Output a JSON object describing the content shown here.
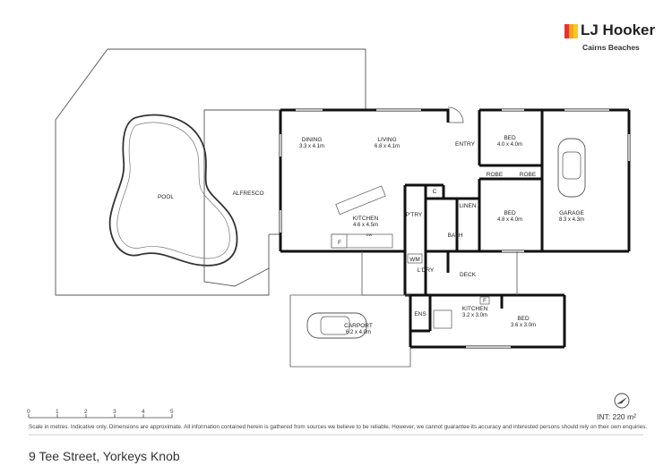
{
  "brand": {
    "name": "LJ Hooker",
    "office": "Cairns Beaches",
    "colors": [
      "#e8312f",
      "#f4a41b",
      "#fbc81c"
    ]
  },
  "rooms": {
    "pool": {
      "name": "POOL"
    },
    "alfresco": {
      "name": "ALFRESCO"
    },
    "dining": {
      "name": "DINING",
      "dims": "3.3 x 4.1m"
    },
    "living": {
      "name": "LIVING",
      "dims": "6.8 x 4.1m"
    },
    "entry": {
      "name": "ENTRY"
    },
    "bed1": {
      "name": "BED",
      "dims": "4.0 x 4.0m"
    },
    "robe1": {
      "name": "ROBE"
    },
    "robe2": {
      "name": "ROBE"
    },
    "garage": {
      "name": "GARAGE",
      "dims": "8.3 x 4.3m"
    },
    "kitchen": {
      "name": "KITCHEN",
      "dims": "4.6 x 4.5m"
    },
    "ptry": {
      "name": "P'TRY"
    },
    "c": {
      "name": "C"
    },
    "linen": {
      "name": "LINEN"
    },
    "bath": {
      "name": "BATH"
    },
    "bed2": {
      "name": "BED",
      "dims": "4.8 x 4.0m"
    },
    "wm": {
      "name": "WM"
    },
    "ldry": {
      "name": "L'DRY"
    },
    "deck": {
      "name": "DECK"
    },
    "carport": {
      "name": "CARPORT",
      "dims": "6.2 x 4.0m"
    },
    "ens": {
      "name": "ENS"
    },
    "kitchen2": {
      "name": "KITCHEN",
      "dims": "3.2 x 3.0m"
    },
    "f1": {
      "name": "F"
    },
    "f2": {
      "name": "F"
    },
    "bed3": {
      "name": "BED",
      "dims": "3.6 x 3.0m"
    },
    "dw": {
      "name": "DW"
    }
  },
  "scale": {
    "ticks": [
      "0",
      "1",
      "2",
      "3",
      "4",
      "5"
    ]
  },
  "disclaimer": "Scale in metres. Indicative only. Dimensions are approximate. All information contained herein is gathered from sources we believe to be reliable. However, we cannot guarantee its accuracy and interested persons should rely on their own enquiries.",
  "internal_area": "INT: 220 m²",
  "address": "9 Tee Street, Yorkeys Knob"
}
